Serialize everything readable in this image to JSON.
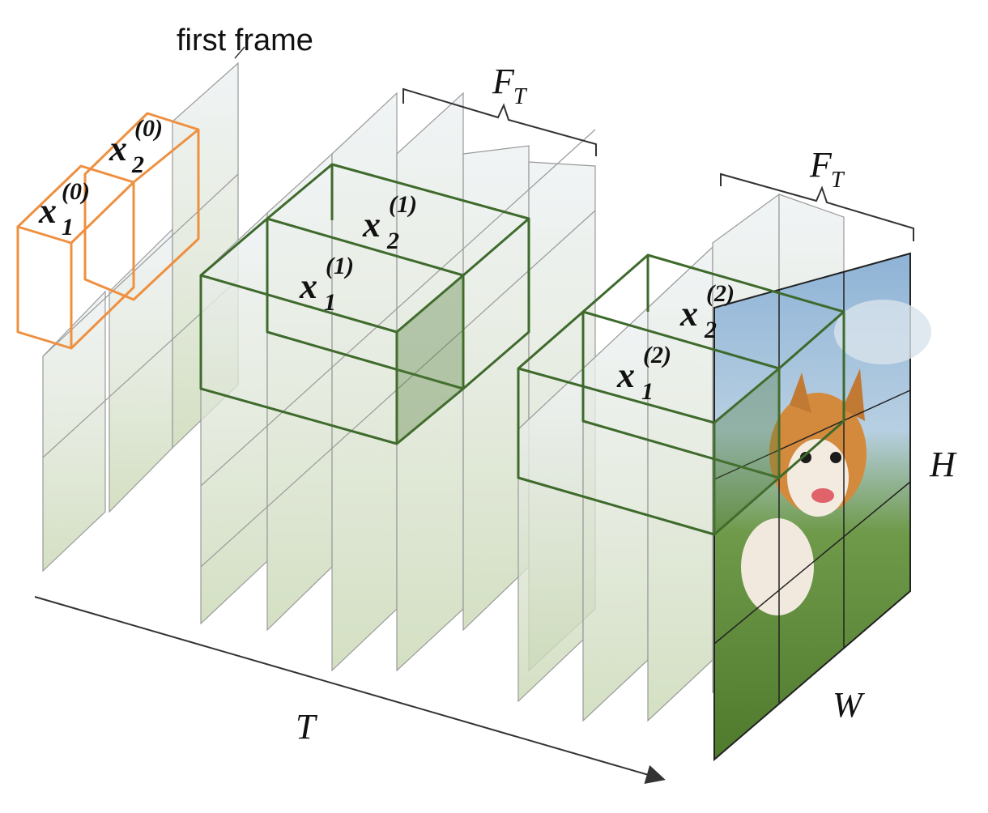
{
  "diagram": {
    "labels": {
      "first_frame": "first frame",
      "time_axis": "T",
      "height": "H",
      "width": "W",
      "frames_per_chunk": "F",
      "frames_per_chunk_sub": "T"
    },
    "tokens": [
      {
        "id": "x1_0",
        "base": "x",
        "sub": "1",
        "sup": "(0)"
      },
      {
        "id": "x2_0",
        "base": "x",
        "sub": "2",
        "sup": "(0)"
      },
      {
        "id": "x1_1",
        "base": "x",
        "sub": "1",
        "sup": "(1)"
      },
      {
        "id": "x2_1",
        "base": "x",
        "sub": "2",
        "sup": "(1)"
      },
      {
        "id": "x1_2",
        "base": "x",
        "sub": "1",
        "sup": "(2)"
      },
      {
        "id": "x2_2",
        "base": "x",
        "sub": "2",
        "sup": "(2)"
      }
    ],
    "colors": {
      "first_frame_block": "#f7e06a",
      "first_frame_edge": "#ee9040",
      "chunk_block": "#8ccc6a",
      "chunk_edge": "#3e6a2c",
      "frame_fill": "#e8eee4"
    }
  }
}
